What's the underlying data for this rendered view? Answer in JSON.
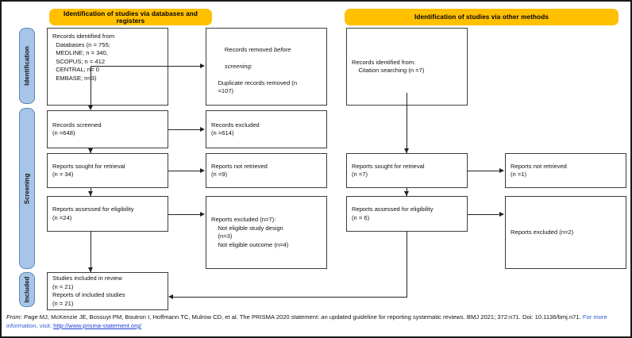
{
  "diagram": {
    "title": "PRISMA 2020 flow diagram",
    "colors": {
      "banner": "#FFC000",
      "phase": "#A6C5E8",
      "box_border": "#3d3d3d",
      "connector": "#222222",
      "link": "#1a3fd6"
    },
    "banners": [
      {
        "id": "databases",
        "label": "Identification of studies via databases and registers"
      },
      {
        "id": "other",
        "label": "Identification of studies via other methods"
      }
    ],
    "phases": [
      {
        "id": "identification",
        "label": "Identification"
      },
      {
        "id": "screening",
        "label": "Screening"
      },
      {
        "id": "included",
        "label": "Included"
      }
    ],
    "boxes": {
      "records_identified": {
        "name": "records-identified-from-databases",
        "text": "Records identified from\n  Databases (n = 755;\n  MEDLINE; n = 340,\n  SCOPUS; n = 412\n  CENTRAL; n= 0\n  EMBASE; n=3)"
      },
      "records_removed": {
        "name": "records-removed-before-screening",
        "line1_pre": "Records removed ",
        "line1_ital": "before",
        "line2_ital": "screening",
        "line2_post": ":",
        "line3": "    Duplicate records removed (n\n    =107)"
      },
      "records_screened": {
        "name": "records-screened",
        "text": "Records screened\n(n =648)"
      },
      "records_excluded": {
        "name": "records-excluded",
        "text": "Records excluded\n(n =614)"
      },
      "reports_sought_left": {
        "name": "reports-sought-for-retrieval-databases",
        "text": "Reports sought for retrieval\n(n = 34)"
      },
      "reports_not_retrieved_left": {
        "name": "reports-not-retrieved-databases",
        "text": "Reports not retrieved\n(n =9)"
      },
      "reports_assessed_left": {
        "name": "reports-assessed-for-eligibility-databases",
        "text": "Reports assessed for eligibility\n(n =24)"
      },
      "reports_excluded_left": {
        "name": "reports-excluded-databases",
        "text": "Reports excluded (n=7):\n    Not eligible study design\n    (n=3)\n    Not eligible outcome (n=4)"
      },
      "studies_included": {
        "name": "studies-included-in-review",
        "text": "Studies included in review\n(n = 21)\nReports of included studies\n(n = 21)"
      },
      "records_identified_other": {
        "name": "records-identified-from-citation-searching",
        "text": "Records identified from:\n    Citation searching (n =7)"
      },
      "reports_sought_right": {
        "name": "reports-sought-for-retrieval-other",
        "text": "Reports sought for retrieval\n(n =7)"
      },
      "reports_not_retrieved_right": {
        "name": "reports-not-retrieved-other",
        "text": "Reports not retrieved\n(n =1)"
      },
      "reports_assessed_right": {
        "name": "reports-assessed-for-eligibility-other",
        "text": "Reports assessed for eligibility\n(n = 6)"
      },
      "reports_excluded_right": {
        "name": "reports-excluded-other",
        "text": "Reports excluded (n=2)"
      }
    },
    "caption": {
      "from_label": "From:",
      "citation": "Page MJ, McKenzie JE, Bossuyt PM, Boutron I, Hoffmann TC, Mulrow CD, et al. The PRISMA 2020 statement: an updated guideline for reporting systematic reviews. BMJ 2021; 372:n71. Doi: 10.1136/bmj.n71.",
      "note": "For more information, visit:",
      "link": "http://www.prisma-statement.org/"
    }
  }
}
